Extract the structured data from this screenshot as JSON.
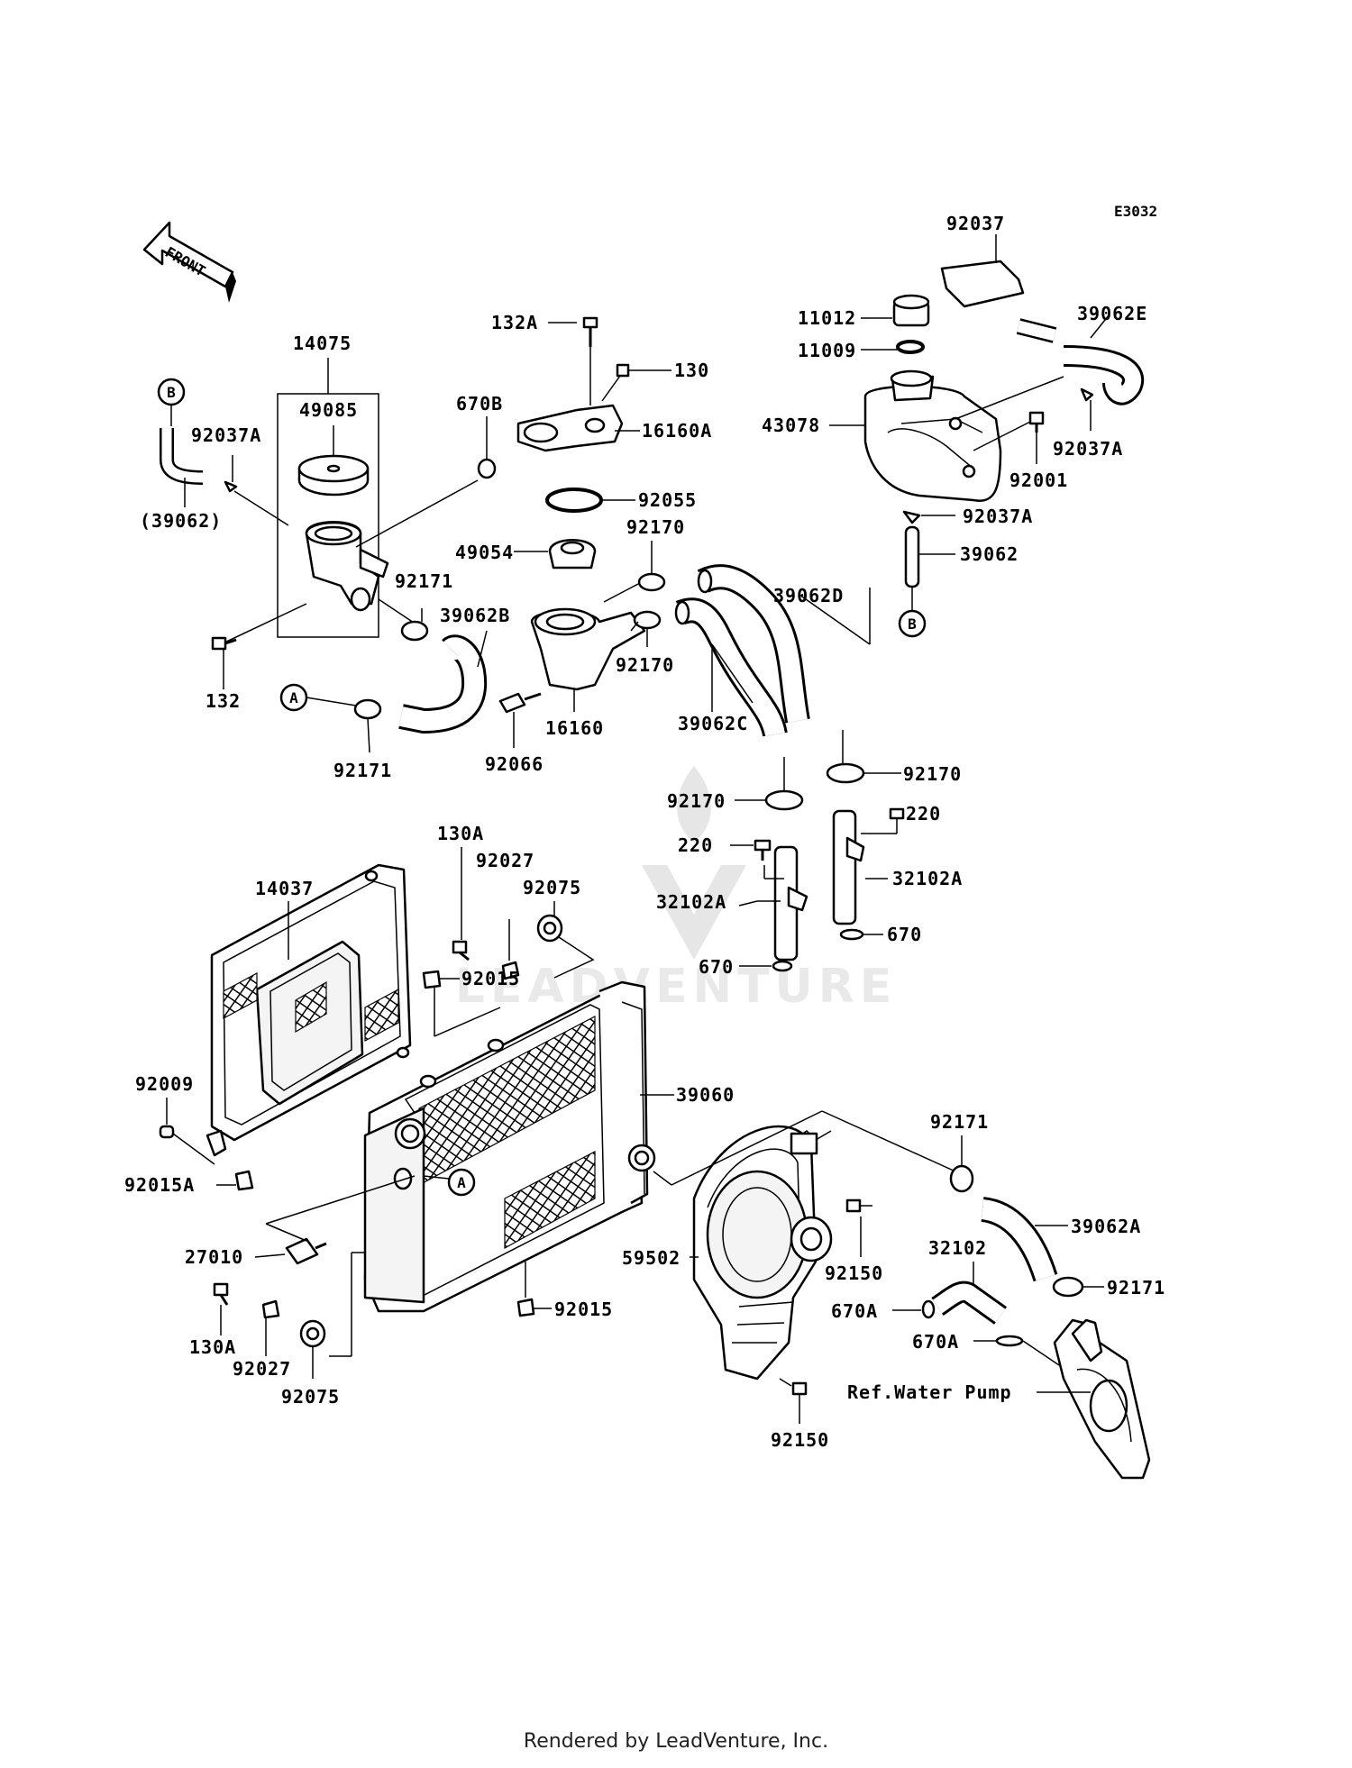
{
  "diagram_code": "E3032",
  "front_label": "FRONT",
  "watermark": "LEADVENTURE",
  "callouts": {
    "a1": "A",
    "a2": "A",
    "b1": "B",
    "b2": "B"
  },
  "labels": {
    "l14075": "14075",
    "l49085": "49085",
    "l670B": "670B",
    "l92037A_left": "92037A",
    "l39062_paren": "(39062)",
    "l92171_a": "92171",
    "l132": "132",
    "l92171_b": "92171",
    "l39062B": "39062B",
    "l132A": "132A",
    "l130": "130",
    "l16160A": "16160A",
    "l92055": "92055",
    "l49054": "49054",
    "l92170_a": "92170",
    "l92170_b": "92170",
    "l16160": "16160",
    "l92066": "92066",
    "l39062D": "39062D",
    "l39062C": "39062C",
    "l92170_c": "92170",
    "l92170_d": "92170",
    "l220_a": "220",
    "l220_b": "220",
    "l32102A_a": "32102A",
    "l32102A_b": "32102A",
    "l670_a": "670",
    "l670_b": "670",
    "l92037": "92037",
    "l11012": "11012",
    "l11009": "11009",
    "l39062E": "39062E",
    "l43078": "43078",
    "l92001": "92001",
    "l92037A_r1": "92037A",
    "l92037A_r2": "92037A",
    "l39062": "39062",
    "l14037": "14037",
    "l130A_top": "130A",
    "l92027_top": "92027",
    "l92075_top": "92075",
    "l92015_top": "92015",
    "l39060": "39060",
    "l92009": "92009",
    "l92015A": "92015A",
    "l27010": "27010",
    "l130A_bot": "130A",
    "l92027_bot": "92027",
    "l92075_bot": "92075",
    "l92015_bot": "92015",
    "l92171_c": "92171",
    "l39062A": "39062A",
    "l32102": "32102",
    "l92171_d": "92171",
    "l59502": "59502",
    "l92150_a": "92150",
    "l670A_a": "670A",
    "l670A_b": "670A",
    "l92150_b": "92150",
    "l_ref_water_pump": "Ref.Water Pump"
  },
  "footer": "Rendered by LeadVenture, Inc."
}
